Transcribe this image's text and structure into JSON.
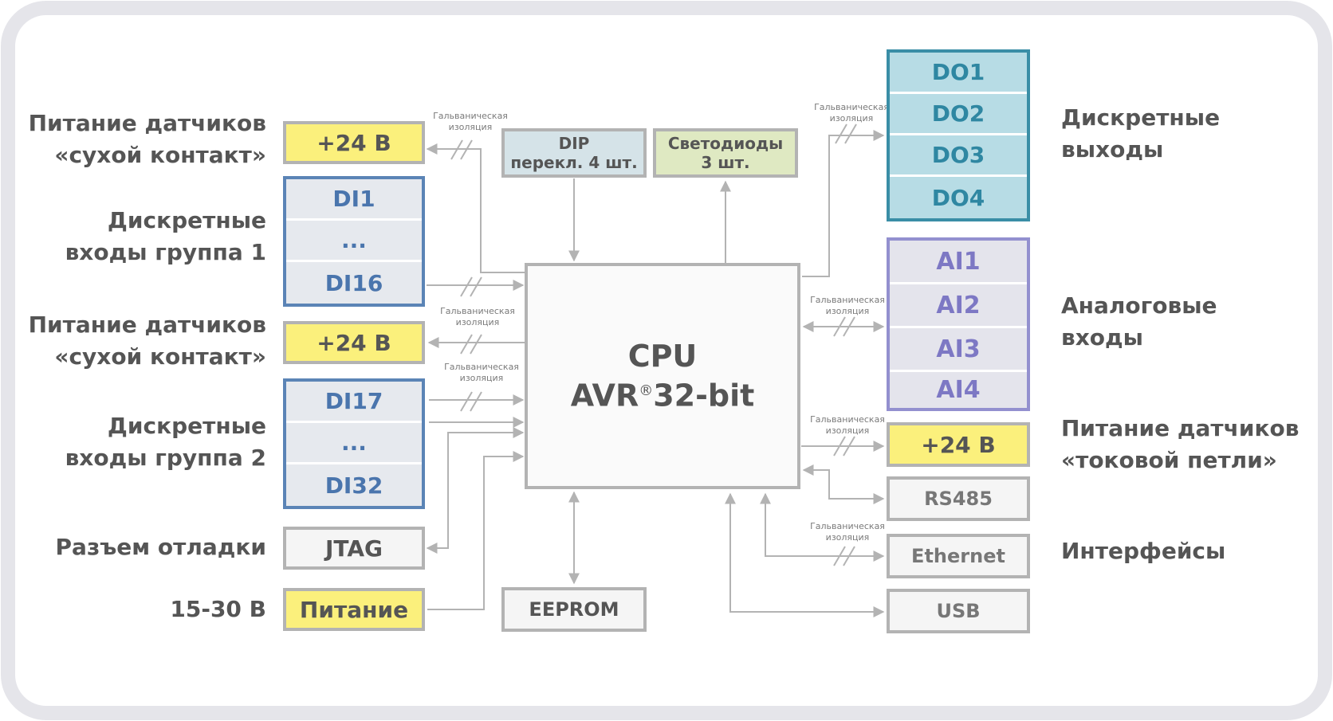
{
  "cpu": {
    "line1": "CPU",
    "line2_a": "AVR",
    "line2_reg": "®",
    "line2_b": "32-bit"
  },
  "left_labels": {
    "power_dry_1": [
      "Питание датчиков",
      "«сухой контакт»"
    ],
    "di_group1": [
      "Дискретные",
      "входы группа 1"
    ],
    "power_dry_2": [
      "Питание датчиков",
      "«сухой контакт»"
    ],
    "di_group2": [
      "Дискретные",
      "входы группа 2"
    ],
    "debug": "Разъем отладки",
    "supply": "15-30 В"
  },
  "right_labels": {
    "do": [
      "Дискретные",
      "выходы"
    ],
    "ai": [
      "Аналоговые",
      "входы"
    ],
    "power_loop": [
      "Питание датчиков",
      "«токовой петли»"
    ],
    "interfaces": "Интерфейсы"
  },
  "blocks": {
    "plus24_1": "+24 В",
    "di_group1": [
      "DI1",
      "...",
      "DI16"
    ],
    "plus24_2": "+24 В",
    "di_group2": [
      "DI17",
      "...",
      "DI32"
    ],
    "jtag": "JTAG",
    "power": "Питание",
    "dip": [
      "DIP",
      "перекл. 4 шт."
    ],
    "leds": [
      "Светодиоды",
      "3 шт."
    ],
    "eeprom": "EEPROM",
    "do": [
      "DO1",
      "DO2",
      "DO3",
      "DO4"
    ],
    "ai": [
      "AI1",
      "AI2",
      "AI3",
      "AI4"
    ],
    "plus24_3": "+24 В",
    "rs485": "RS485",
    "ethernet": "Ethernet",
    "usb": "USB"
  },
  "isolation": [
    "Гальваническая",
    "изоляция"
  ],
  "colors": {
    "yellow_fill": "#fbf07c",
    "gray_border": "#b3b3b3",
    "di_border": "#5b84b6",
    "di_fill": "#e6e9ee",
    "di_text": "#4a75ad",
    "do_border": "#3a8ea6",
    "do_fill": "#b7dce5",
    "do_text": "#2f87a2",
    "ai_border": "#9390cf",
    "ai_fill": "#e4e4ec",
    "ai_text": "#7d78c4",
    "dip_fill": "#d5e3e8",
    "led_fill": "#dfe9c2",
    "frame": "#e5e5ea"
  }
}
